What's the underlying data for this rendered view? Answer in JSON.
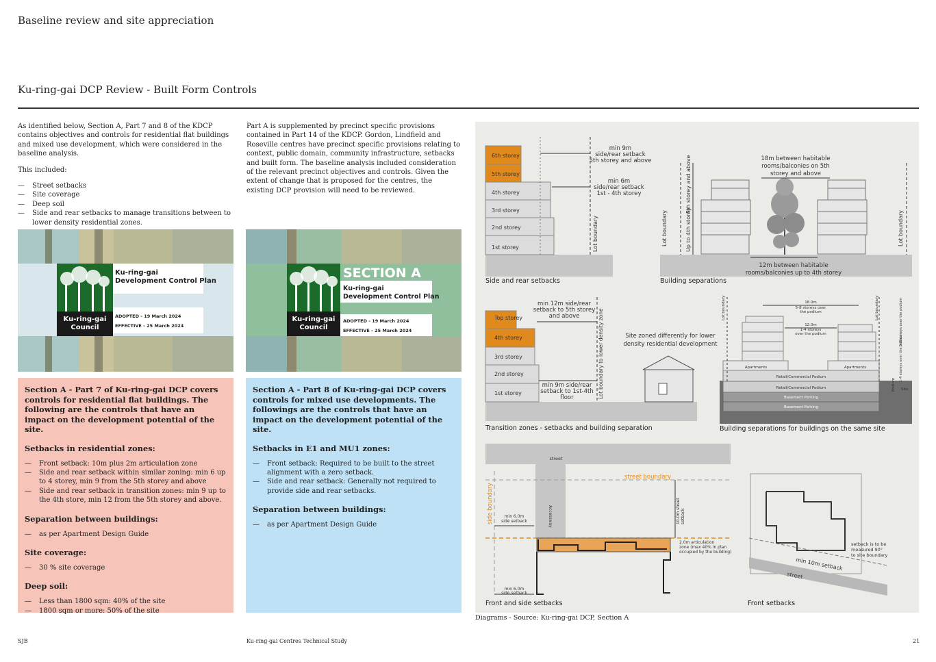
{
  "header": {
    "kicker": "Baseline review and site appreciation",
    "title": "Ku-ring-gai DCP Review - Built Form Controls"
  },
  "intro": {
    "col1_p1": "As identified below, Section A, Part 7 and 8 of the KDCP contains objectives and controls for residential flat buildings and mixed use development, which were considered in the baseline analysis.",
    "col1_p2": "This included:",
    "col1_items": [
      "Street setbacks",
      "Site coverage",
      "Deep soil",
      "Side and rear setbacks to manage transitions between to lower density residential zones."
    ],
    "col2_p1": "Part A is supplemented by precinct specific provisions contained in Part 14 of the KDCP. Gordon, Lindfield and Roseville centres have precinct specific provisions relating to context, public domain, community infrastructure, setbacks and built form. The baseline analysis included consideration of the relevant precinct objectives and controls. Given the extent of change that is proposed for the centres, the existing DCP provision will need to be reviewed."
  },
  "covers": {
    "left": {
      "title_line1": "Ku-ring-gai",
      "title_line2": "Development Control Plan",
      "adopted": "ADOPTED - 19 March 2024",
      "effective": "EFFECTIVE - 25 March 2024",
      "logo_line1": "Ku-ring-gai",
      "logo_line2": "Council"
    },
    "right": {
      "section": "SECTION A",
      "title_line1": "Ku-ring-gai",
      "title_line2": "Development Control Plan",
      "adopted": "ADOPTED - 19 March 2024",
      "effective": "EFFECTIVE - 25 March 2024",
      "logo_line1": "Ku-ring-gai",
      "logo_line2": "Council"
    }
  },
  "panel_part7": {
    "heading": "Section A - Part 7 of Ku-ring-gai DCP covers controls for residential flat buildings. The following are the controls that have an impact on the development potential of the site.",
    "s1_title": "Setbacks in residential zones:",
    "s1_items": [
      "Front setback: 10m plus 2m articulation zone",
      "Side and rear setback within similar zoning: min 6 up to 4 storey, min 9 from the 5th storey and above",
      "Side and rear setback in transition zones: min 9 up to the 4th store, min 12 from the 5th storey and above."
    ],
    "s2_title": "Separation between buildings:",
    "s2_items": [
      "as per Apartment Design Guide"
    ],
    "s3_title": "Site coverage:",
    "s3_items": [
      "30 % site coverage"
    ],
    "s4_title": "Deep soil:",
    "s4_items": [
      "Less than 1800 sqm: 40% of the site",
      "1800 sqm or more: 50% of the site"
    ]
  },
  "panel_part8": {
    "heading": "Section A - Part 8 of Ku-ring-gai DCP covers controls for mixed use developments. The followings are the controls that have an impact on the development potential of the site.",
    "s1_title": "Setbacks in E1 and MU1 zones:",
    "s1_items": [
      "Front setback: Required to be built to the street alignment with a zero setback.",
      "Side and rear setback: Generally not required to provide side and rear setbacks."
    ],
    "s2_title": "Separation between buildings:",
    "s2_items": [
      "as per Apartment Design Guide"
    ]
  },
  "diagrams": {
    "d1": {
      "caption": "Side and rear setbacks",
      "storeys": [
        "6th storey",
        "5th storey",
        "4th storey",
        "3rd storey",
        "2nd storey",
        "1st storey"
      ],
      "note_upper": [
        "min 9m",
        "side/rear setback",
        "5th storey and above"
      ],
      "note_lower": [
        "min 6m",
        "side/rear setback",
        "1st - 4th storey"
      ],
      "lot_boundary": "Lot boundary"
    },
    "d2": {
      "caption": "Building separations",
      "top_note": [
        "18m between habitable",
        "rooms/balconies on 5th",
        "storey and above"
      ],
      "bottom_note": [
        "12m between habitable",
        "rooms/balconies up to 4th storey"
      ],
      "v_upper": "5th storey and above",
      "v_lower": "Up to 4th storey",
      "lot_boundary": "Lot boundary"
    },
    "d3": {
      "caption": "Transition zones - setbacks and building separation",
      "storeys": [
        "Top storey",
        "4th storey",
        "3rd storey",
        "2nd storey",
        "1st storey"
      ],
      "note_upper": [
        "min 12m side/rear",
        "setback to 5th storey",
        "and above"
      ],
      "note_lower": [
        "min 9m side/rear",
        "setback to 1st-4th",
        "floor"
      ],
      "lot_boundary": "Lot boundary to lower density zone",
      "zone_note": [
        "Site zoned differently for lower",
        "density residential development"
      ]
    },
    "d4": {
      "caption": "Building separations for buildings on the same site",
      "top_dim": [
        "18.0m",
        "5-8 storeys over",
        "the podium"
      ],
      "mid_dim": [
        "12.0m",
        "1-4 storeys",
        "over the podium"
      ],
      "apartments": "Apartments",
      "podium": "Retail/Commercial Podium",
      "basement": "Basement Parking",
      "lot_boundary": "Lot boundary",
      "right_upper": "5-8 storeys over the podium",
      "right_lower": "1-4 storeys over the podium",
      "podium_side": "Podium",
      "site": "Site"
    },
    "d5": {
      "caption": "Front and side setbacks",
      "street": "street",
      "street_boundary": "street boundary",
      "side_boundary": "side boundary",
      "accessway": "Accessway",
      "side_setback": [
        "min 6.0m",
        "side setback"
      ],
      "street_setback": [
        "10.0m street",
        "setback"
      ],
      "articulation": [
        "2.0m articulation",
        "zone (max 40% in plan",
        "occupied by the building)"
      ]
    },
    "d6": {
      "caption": "Front setbacks",
      "measure_note": [
        "setback is to be",
        "measured 90°",
        "to site boundary"
      ],
      "min_setback": "min 10m setback",
      "street": "street"
    },
    "source": "Diagrams - Source: Ku-ring-gai DCP, Section A"
  },
  "footer": {
    "left": "SJB",
    "center": "Ku-ring-gai Centres Technical Study",
    "page": "21"
  },
  "colors": {
    "pink_panel": "#f6c4b9",
    "blue_panel": "#bfe1f6",
    "diagram_bg": "#ebebe8",
    "orange": "#e08a1e",
    "council_green": "#1c6b2b"
  }
}
